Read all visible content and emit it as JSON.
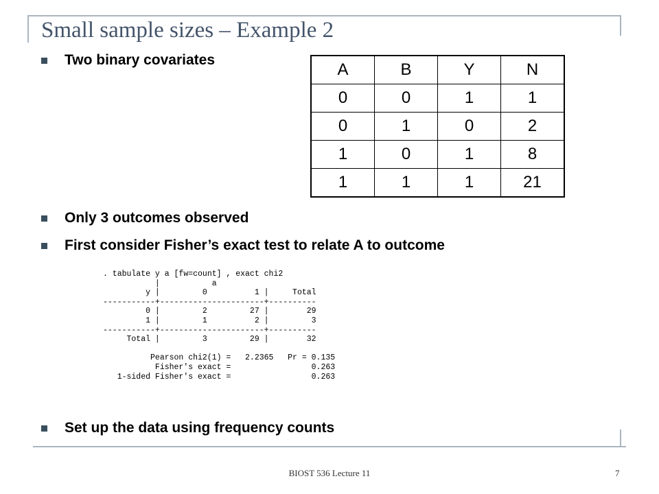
{
  "slide": {
    "title": "Small sample sizes – Example 2",
    "bullets": [
      "Two binary covariates",
      "Only 3 outcomes observed",
      "First consider Fisher’s exact test to relate A to outcome",
      "Set up the data using frequency counts"
    ],
    "table": {
      "headers": [
        "A",
        "B",
        "Y",
        "N"
      ],
      "rows": [
        [
          "0",
          "0",
          "1",
          "1"
        ],
        [
          "0",
          "1",
          "0",
          "2"
        ],
        [
          "1",
          "0",
          "1",
          "8"
        ],
        [
          "1",
          "1",
          "1",
          "21"
        ]
      ]
    },
    "stata_output": ". tabulate y a [fw=count] , exact chi2\n           |           a\n         y |         0          1 |     Total\n-----------+----------------------+----------\n         0 |         2         27 |        29\n         1 |         1          2 |         3\n-----------+----------------------+----------\n     Total |         3         29 |        32\n\n          Pearson chi2(1) =   2.2365   Pr = 0.135\n           Fisher's exact =                 0.263\n   1-sided Fisher's exact =                 0.263",
    "footer": "BIOST 536 Lecture 11",
    "page_number": "7"
  }
}
